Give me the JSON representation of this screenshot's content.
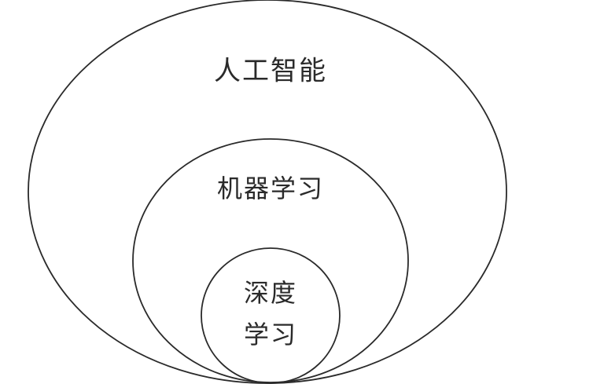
{
  "diagram": {
    "outer": {
      "label": "人工智能"
    },
    "middle": {
      "label": "机器学习"
    },
    "inner": {
      "line1": "深度",
      "line2": "学习"
    },
    "stroke_color": "#2a2a2a"
  }
}
